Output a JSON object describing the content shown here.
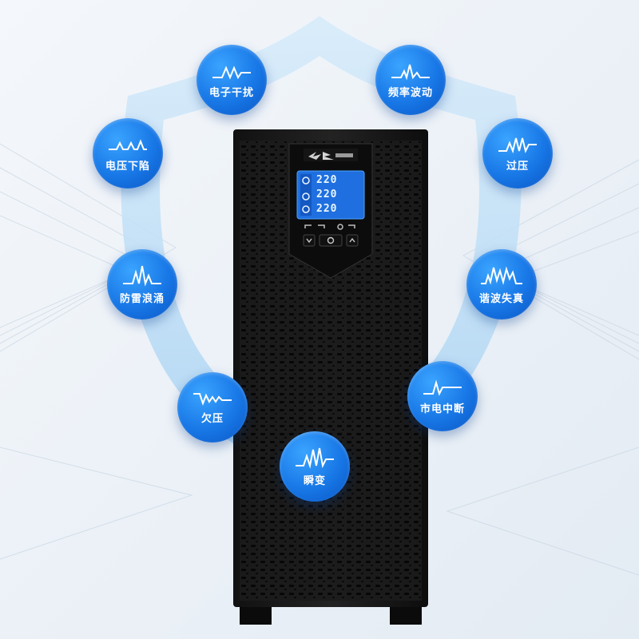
{
  "display": {
    "readings": [
      "220",
      "220",
      "220"
    ]
  },
  "protections": [
    {
      "label": "电子干扰",
      "icon": "waveform-interference-icon"
    },
    {
      "label": "频率波动",
      "icon": "waveform-frequency-icon"
    },
    {
      "label": "电压下陷",
      "icon": "waveform-sag-icon"
    },
    {
      "label": "过压",
      "icon": "waveform-overvoltage-icon"
    },
    {
      "label": "防雷浪涌",
      "icon": "waveform-surge-icon"
    },
    {
      "label": "谐波失真",
      "icon": "waveform-harmonic-icon"
    },
    {
      "label": "欠压",
      "icon": "waveform-undervoltage-icon"
    },
    {
      "label": "市电中断",
      "icon": "waveform-outage-icon"
    },
    {
      "label": "瞬变",
      "icon": "waveform-transient-icon"
    }
  ],
  "colors": {
    "bubble": "#1877e6",
    "shield": "#b9dcf6",
    "device": "#1b1b1b",
    "lcd": "#1f6fe0"
  }
}
